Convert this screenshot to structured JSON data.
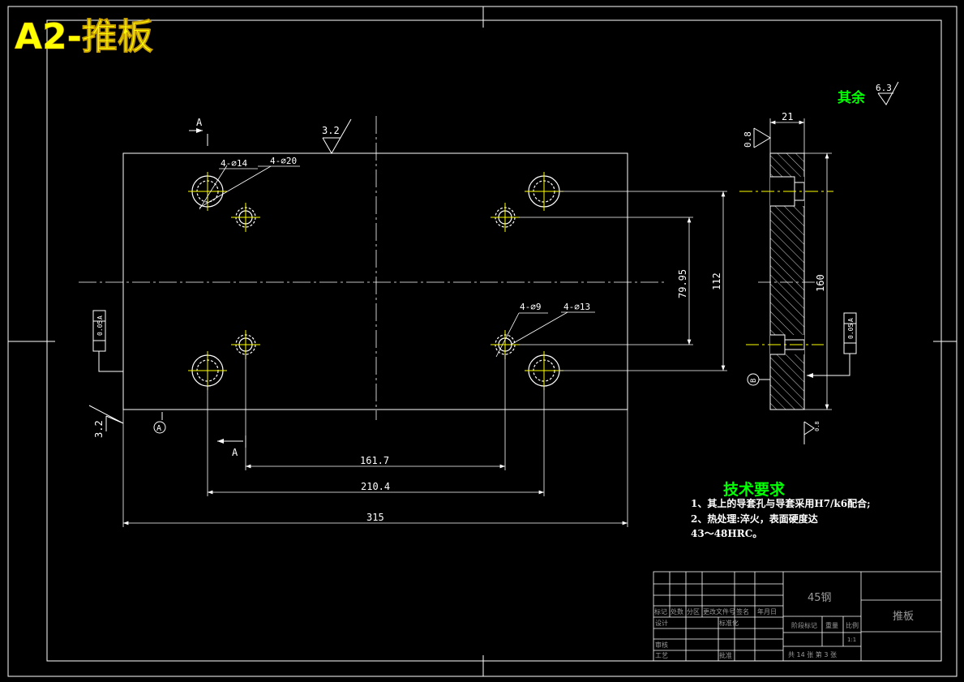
{
  "sheet_title": "A2-推板",
  "colors": {
    "background": "#000000",
    "line": "#ffffff",
    "center_line": "#ffff00",
    "title": "#ffff00",
    "green_text": "#00ff00",
    "gray_text": "#9a9a9a"
  },
  "roughness": {
    "other": "其余",
    "other_value": "6.3",
    "top_face": "3.2",
    "left_face": "3.2",
    "side_top": "0.8",
    "side_bottom": "0.8"
  },
  "section_labels": {
    "a_top": "A",
    "a_bottom": "A",
    "datum_a": "A",
    "datum_b": "B"
  },
  "callouts": {
    "hole_14": "4-∅14",
    "hole_20": "4-∅20",
    "hole_9": "4-∅9",
    "hole_13": "4-∅13"
  },
  "dimensions": {
    "d315": "315",
    "d210_4": "210.4",
    "d161_7": "161.7",
    "d79_95": "79.95",
    "d112": "112",
    "d160": "160",
    "d21": "21"
  },
  "tolerance_frames": {
    "left_value": "0.05",
    "left_datum": "A",
    "right_value": "0.05",
    "right_datum": "A"
  },
  "tech_requirements": {
    "heading": "技术要求",
    "line1": "1、其上的导套孔与导套采用H7/k6配合;",
    "line2": "2、热处理:淬火，表面硬度达",
    "line3": "43～48HRC。"
  },
  "title_block": {
    "material": "45钢",
    "part_name": "推板",
    "row_labels": [
      "标记",
      "处数",
      "分区",
      "更改文件号",
      "签名",
      "年月日"
    ],
    "design": "设计",
    "standardize": "标准化",
    "review": "审核",
    "process": "工艺",
    "approve": "批准",
    "stage_mark": "阶段标记",
    "weight": "重量",
    "scale": "比例",
    "scale_value": "1:1",
    "sheets": "共  14 张 第 3 张"
  }
}
